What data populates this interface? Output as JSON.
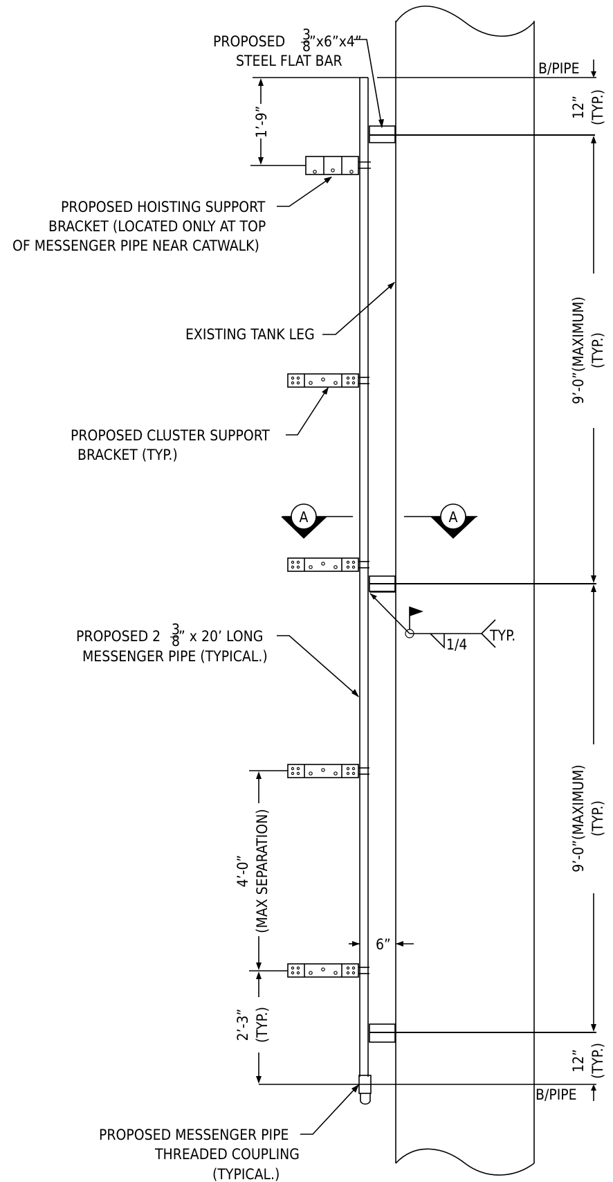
{
  "labels": {
    "flat_bar_1": "PROPOSED",
    "flat_bar_frac_num": "3",
    "flat_bar_frac_den": "8",
    "flat_bar_1b": "”x6”x4”",
    "flat_bar_2": "STEEL FLAT BAR",
    "bpipe_top": "B/PIPE",
    "bpipe_bottom": "B/PIPE",
    "hoist_1": "PROPOSED HOISTING SUPPORT",
    "hoist_2": "BRACKET (LOCATED ONLY AT TOP",
    "hoist_3": "OF MESSENGER PIPE NEAR CATWALK)",
    "tank_leg": "EXISTING TANK LEG",
    "cluster_1": "PROPOSED CLUSTER SUPPORT",
    "cluster_2": "BRACKET (TYP.)",
    "section_left": "A",
    "section_right": "A",
    "pipe_1a": "PROPOSED 2",
    "pipe_frac_num": "3",
    "pipe_frac_den": "8",
    "pipe_1b": "” x 20’ LONG",
    "pipe_2": "MESSENGER PIPE (TYPICAL.)",
    "weld_typ": "TYP.",
    "weld_size": "1/4",
    "coupling_1": "PROPOSED MESSENGER PIPE",
    "coupling_2": "THREADED COUPLING",
    "coupling_3": "(TYPICAL.)"
  },
  "dimensions": {
    "hoist_offset": "1’-9”",
    "top_12": "12”",
    "top_12_typ": "(TYP.)",
    "span_upper": "9’-0”(MAXIMUM)",
    "span_upper_typ": "(TYP.)",
    "span_lower": "9’-0”(MAXIMUM)",
    "span_lower_typ": "(TYP.)",
    "bottom_12": "12”",
    "bottom_12_typ": "(TYP.)",
    "max_sep": "4’-0”",
    "max_sep_note": "(MAX SEPARATION)",
    "bottom_bracket": "2’-3”",
    "bottom_bracket_typ": "(TYP.)",
    "pipe_offset": "6”"
  }
}
